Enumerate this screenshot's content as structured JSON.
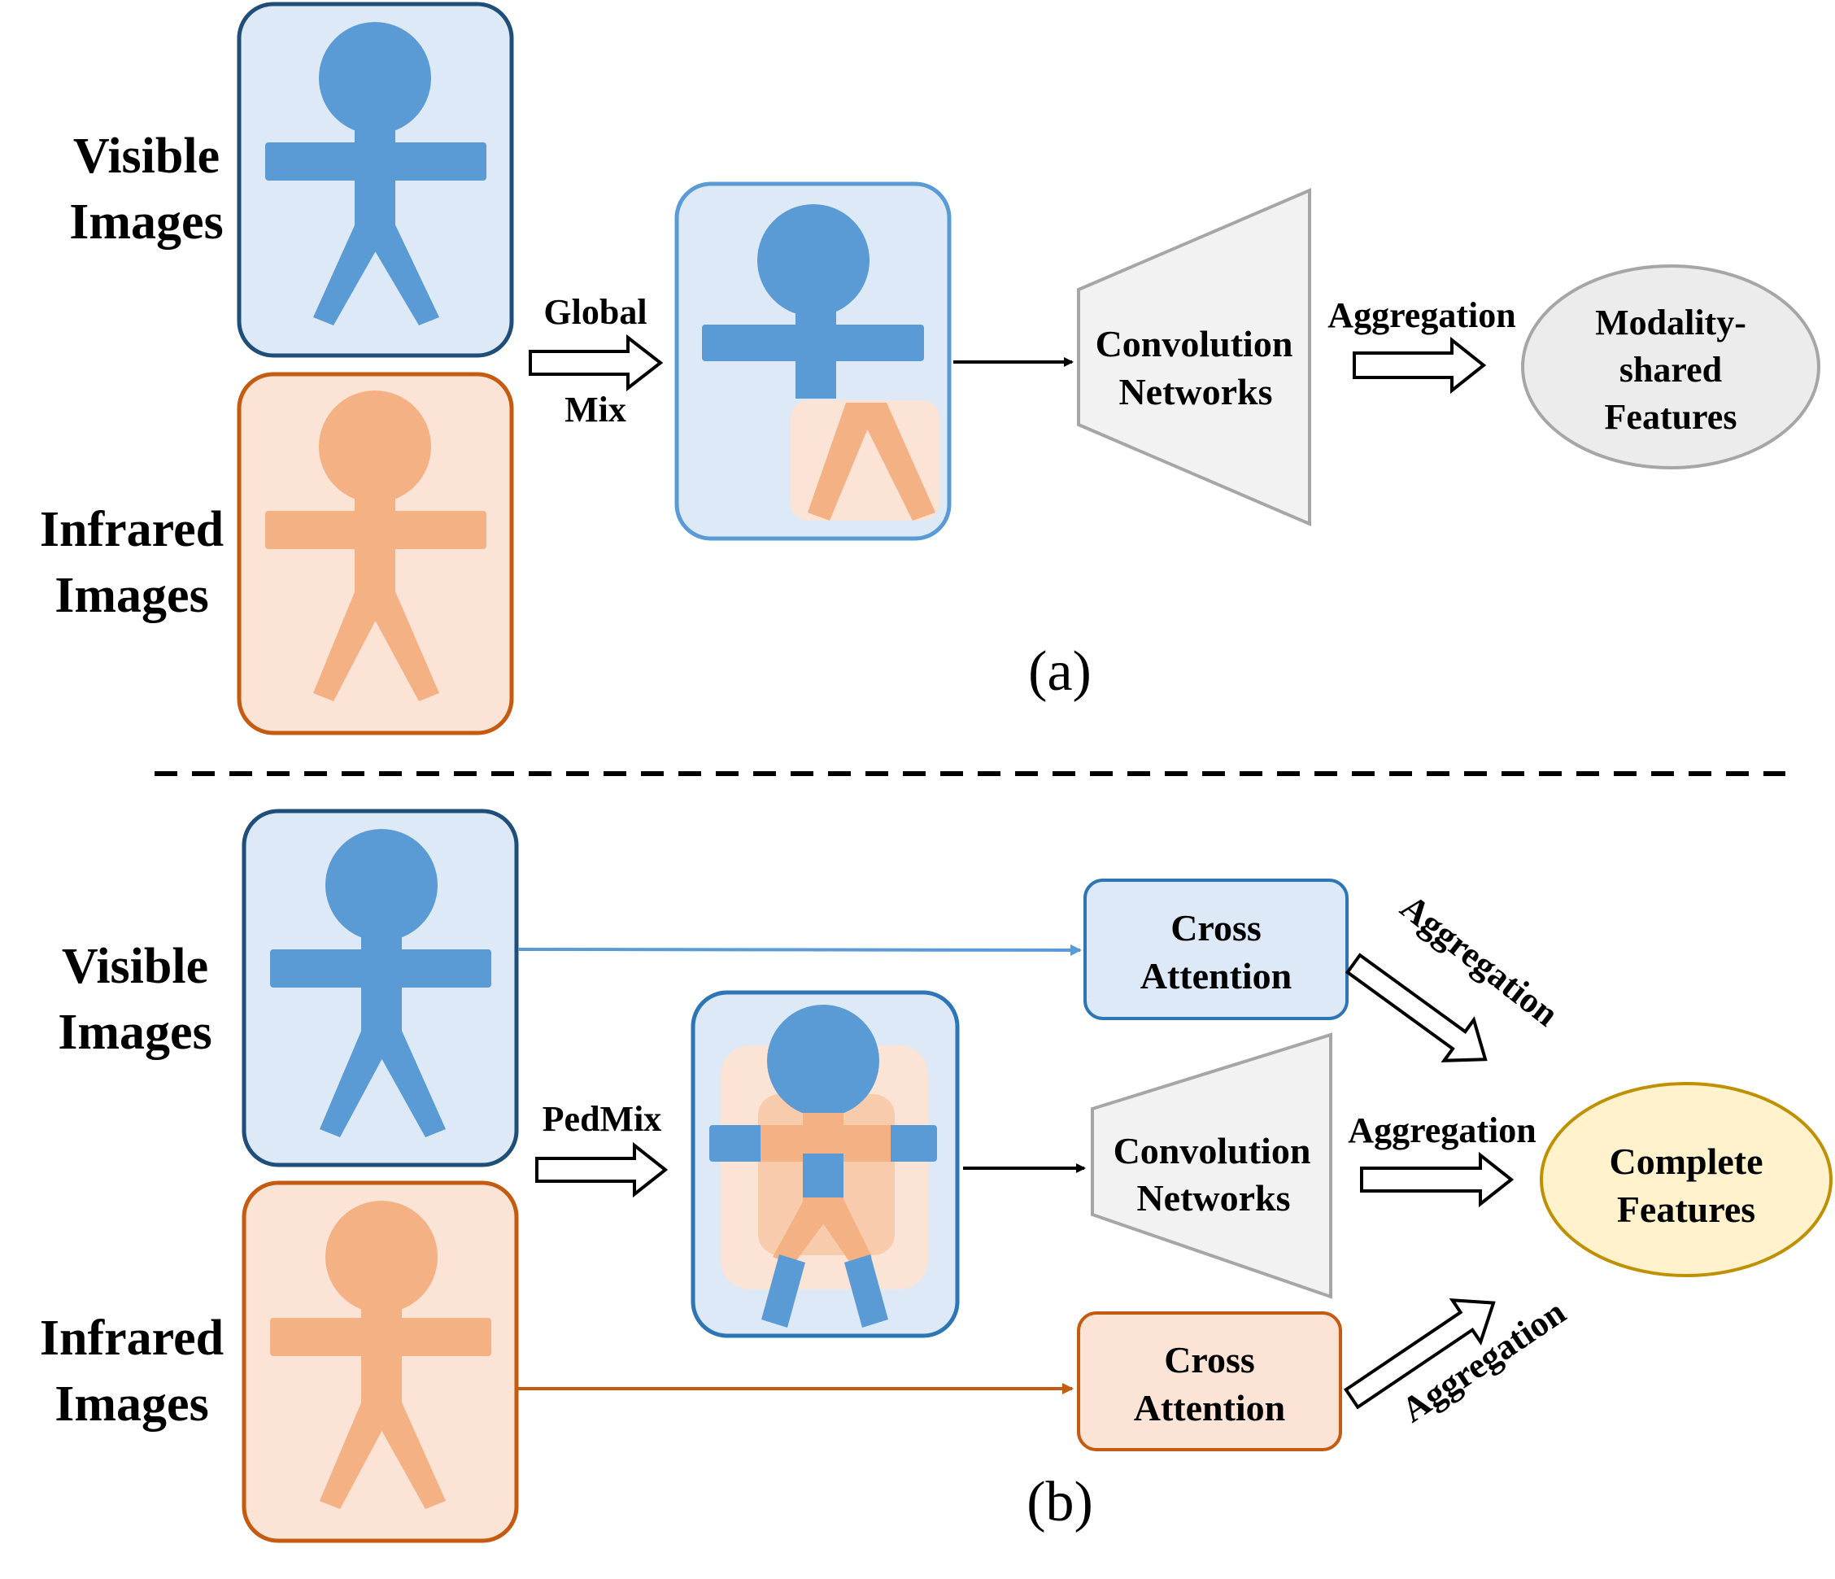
{
  "panel_a": {
    "visible_label_line1": "Visible",
    "visible_label_line2": "Images",
    "infrared_label_line1": "Infrared",
    "infrared_label_line2": "Images",
    "mix_label_line1": "Global",
    "mix_label_line2": "Mix",
    "conv_label_line1": "Convolution",
    "conv_label_line2": "Networks",
    "aggregation_label": "Aggregation",
    "output_line1": "Modality-",
    "output_line2": "shared",
    "output_line3": "Features",
    "caption": "(a)"
  },
  "panel_b": {
    "visible_label_line1": "Visible",
    "visible_label_line2": "Images",
    "infrared_label_line1": "Infrared",
    "infrared_label_line2": "Images",
    "mix_label": "PedMix",
    "cross_attention_top_line1": "Cross",
    "cross_attention_top_line2": "Attention",
    "conv_label_line1": "Convolution",
    "conv_label_line2": "Networks",
    "cross_attention_bottom_line1": "Cross",
    "cross_attention_bottom_line2": "Attention",
    "aggregation_top_label": "Aggregation",
    "aggregation_mid_label": "Aggregation",
    "aggregation_bottom_label": "Aggregation",
    "output_line1": "Complete",
    "output_line2": "Features",
    "caption": "(b)"
  },
  "colors": {
    "visible_fill": "#dde9f6",
    "visible_stroke": "#1f4e79",
    "visible_person": "#5b9bd5",
    "infrared_fill": "#fbe3d6",
    "infrared_stroke": "#c55a11",
    "infrared_person": "#f4b183",
    "gray_fill": "#f2f2f2",
    "gray_stroke": "#a6a6a6",
    "complete_fill": "#fff2cc",
    "complete_stroke": "#bf9000"
  }
}
